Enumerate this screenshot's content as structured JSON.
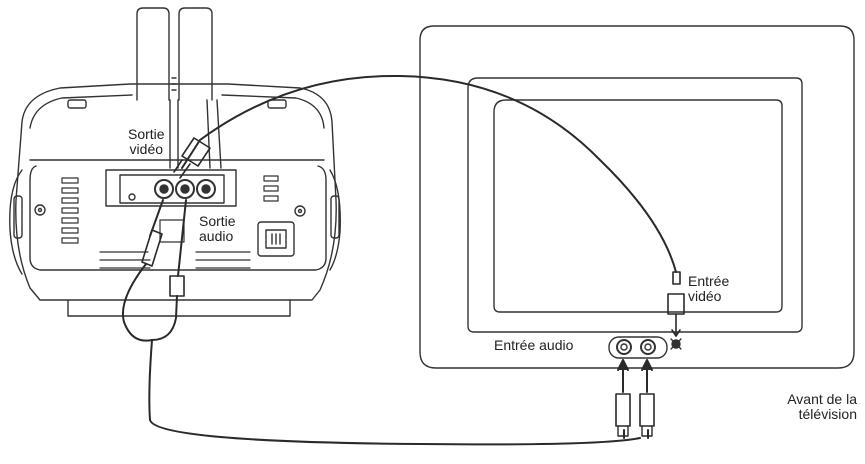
{
  "colors": {
    "line": "#333333",
    "cable": "#2a2a2a",
    "background": "#ffffff",
    "text": "#222222"
  },
  "labels": {
    "sortie_video": [
      "Sortie",
      "vidéo"
    ],
    "sortie_audio": [
      "Sortie",
      "audio"
    ],
    "entree_video": [
      "Entrée",
      "vidéo"
    ],
    "entree_audio": "Entrée audio",
    "avant_tv": [
      "Avant de la",
      "télévision"
    ]
  }
}
